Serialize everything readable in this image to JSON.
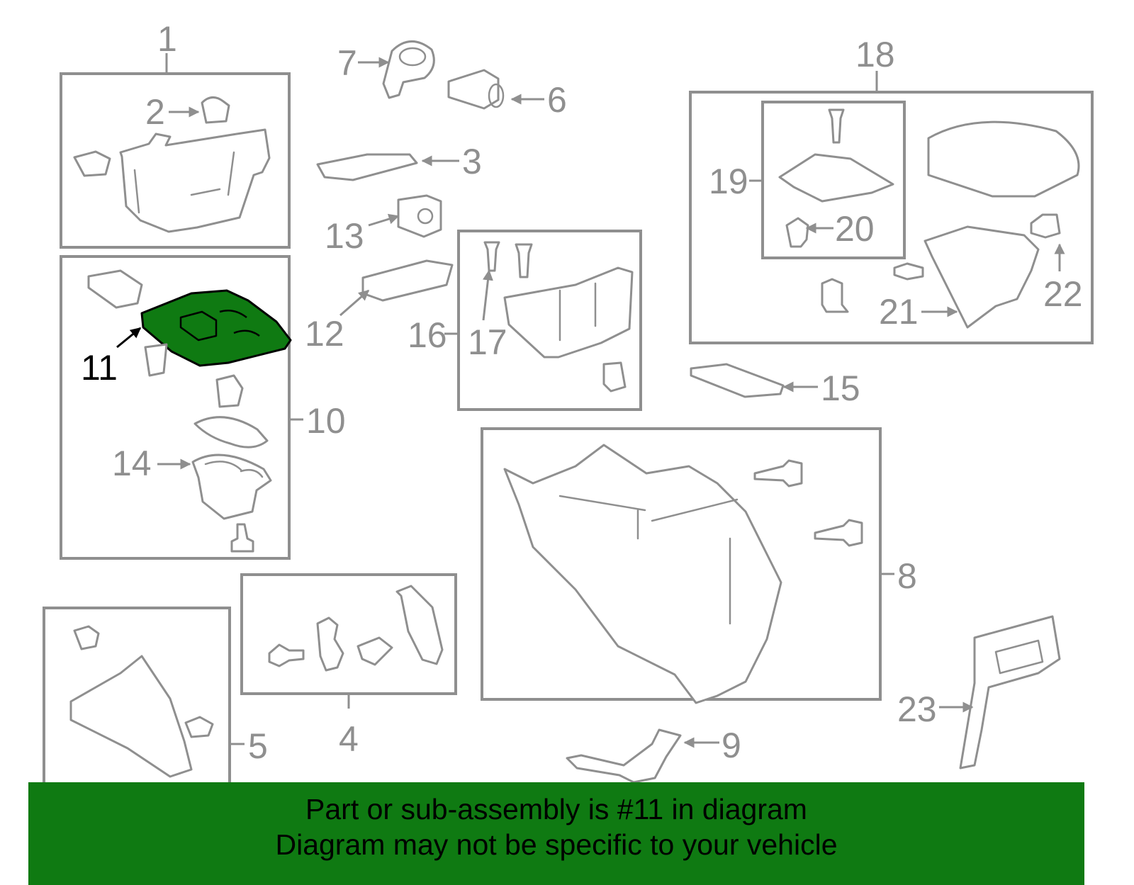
{
  "diagram": {
    "highlighted_part": "11",
    "highlight_color": "#0f7a12",
    "line_color": "#8f8f8f",
    "callouts": [
      "1",
      "2",
      "3",
      "4",
      "5",
      "6",
      "7",
      "8",
      "9",
      "10",
      "11",
      "12",
      "13",
      "14",
      "15",
      "16",
      "17",
      "18",
      "19",
      "20",
      "21",
      "22",
      "23"
    ]
  },
  "banner": {
    "background": "#0f7a12",
    "line1": "Part or sub-assembly is #11 in diagram",
    "line2": "Diagram may not be specific to your vehicle"
  }
}
